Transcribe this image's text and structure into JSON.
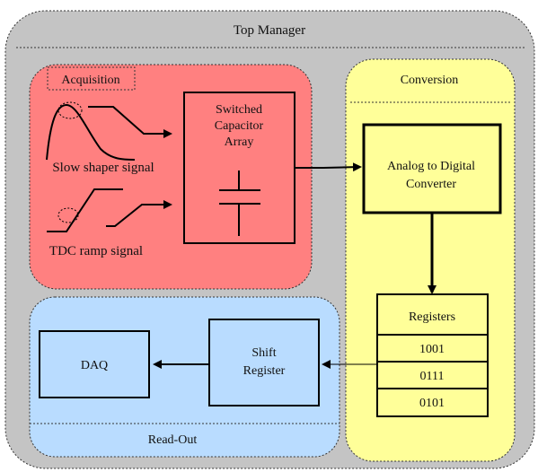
{
  "top_manager": {
    "title": "Top Manager"
  },
  "acquisition": {
    "title": "Acquisition",
    "slow_shaper_label": "Slow shaper signal",
    "tdc_ramp_label": "TDC ramp signal"
  },
  "sca": {
    "line1": "Switched",
    "line2": "Capacitor",
    "line3": "Array"
  },
  "conversion": {
    "title": "Conversion",
    "adc_line1": "Analog to Digital",
    "adc_line2": "Converter"
  },
  "registers": {
    "title": "Registers",
    "values": [
      "1001",
      "0111",
      "0101"
    ]
  },
  "readout": {
    "title": "Read-Out",
    "shift_line1": "Shift",
    "shift_line2": "Register",
    "daq": "DAQ"
  },
  "colors": {
    "top_manager_bg": "#c4c4c4",
    "acquisition_bg": "#ff8080",
    "conversion_bg": "#ffff99",
    "readout_bg": "#b9dcff",
    "block_stroke": "#000000"
  }
}
